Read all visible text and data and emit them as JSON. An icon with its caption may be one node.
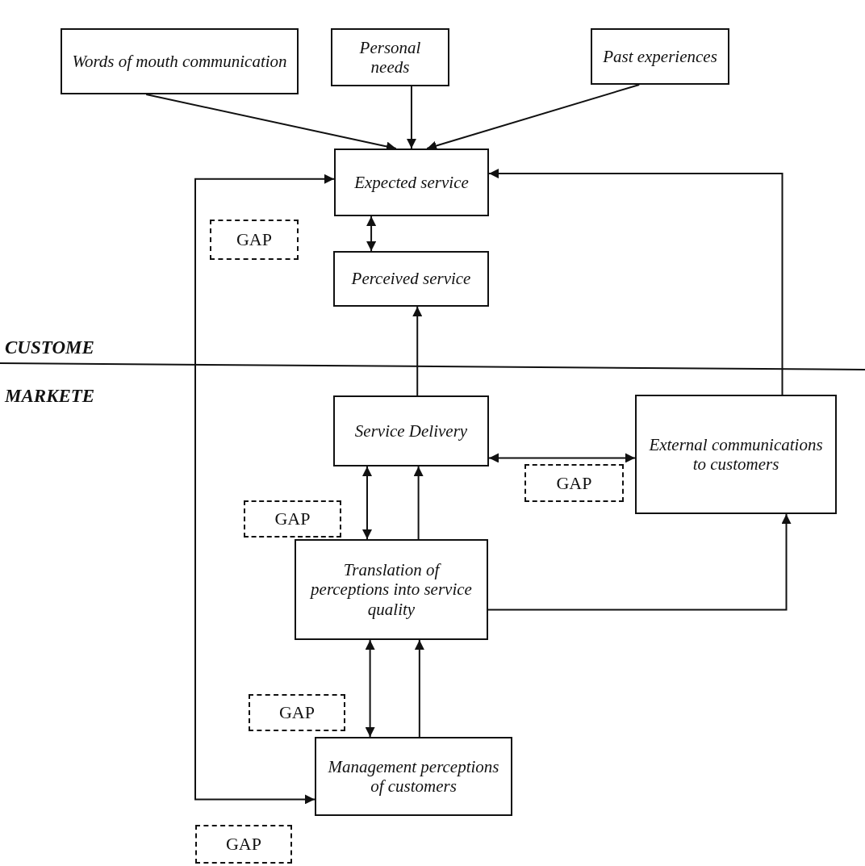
{
  "diagram": {
    "nodes": [
      {
        "text": [
          "Words of mouth communication"
        ]
      },
      {
        "text": [
          "Personal needs"
        ]
      },
      {
        "text": [
          "Past experiences"
        ]
      },
      {
        "text": [
          "Expected service"
        ]
      },
      {
        "text": [
          "Perceived service"
        ]
      },
      {
        "text": [
          "Service Delivery"
        ]
      },
      {
        "text": [
          "External communications to customers"
        ]
      },
      {
        "text": [
          "Translation of perceptions into service quality"
        ]
      },
      {
        "text": [
          "Management perceptions of customers"
        ]
      },
      {
        "text": [
          "GAP"
        ]
      },
      {
        "text": [
          "GAP"
        ]
      },
      {
        "text": [
          "GAP"
        ]
      },
      {
        "text": [
          "GAP"
        ]
      },
      {
        "text": [
          "GAP"
        ]
      }
    ],
    "edges": [
      {
        "from": 0,
        "to": 3,
        "arrow": "to"
      },
      {
        "from": 1,
        "to": 3,
        "arrow": "to"
      },
      {
        "from": 2,
        "to": 3,
        "arrow": "to"
      },
      {
        "from": 3,
        "to": 4,
        "arrow": "both"
      },
      {
        "from": 5,
        "to": 4,
        "arrow": "to"
      },
      {
        "from": 5,
        "to": 6,
        "arrow": "both"
      },
      {
        "from": 6,
        "to": 3,
        "arrow": "to"
      },
      {
        "from": 7,
        "to": 5,
        "arrow": "both"
      },
      {
        "from": 7,
        "to": 5,
        "arrow": "to"
      },
      {
        "from": 7,
        "to": 6,
        "arrow": "to"
      },
      {
        "from": 8,
        "to": 7,
        "arrow": "both"
      },
      {
        "from": 8,
        "to": 7,
        "arrow": "to"
      },
      {
        "from": 8,
        "to": 3,
        "arrow": "both"
      }
    ],
    "labels": [
      "CUSTOME",
      "MARKETE"
    ]
  }
}
